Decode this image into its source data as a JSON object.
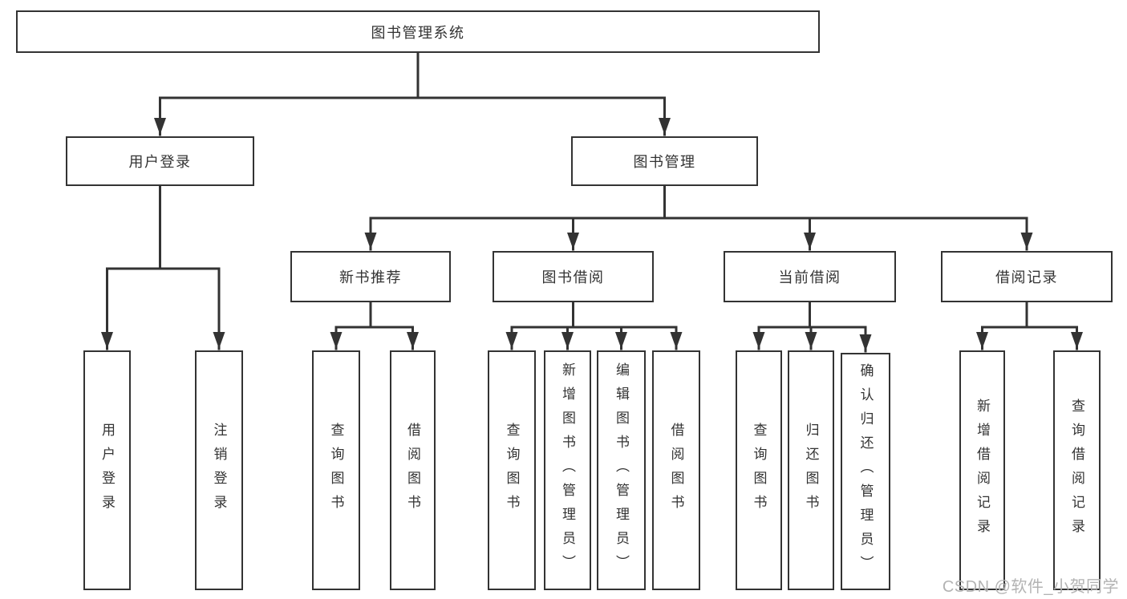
{
  "colors": {
    "line": "#333333",
    "text": "#333333",
    "box_border": "#333333",
    "box_fill": "#ffffff",
    "background": "#ffffff",
    "watermark": "#b3b3b3"
  },
  "watermark": {
    "text": "CSDN @软件_小贺同学"
  },
  "tree": {
    "label": "图书管理系统",
    "children": [
      {
        "label": "用户登录",
        "children": [
          {
            "label": "用户登录"
          },
          {
            "label": "注销登录"
          }
        ]
      },
      {
        "label": "图书管理",
        "children": [
          {
            "label": "新书推荐",
            "children": [
              {
                "label": "查询图书"
              },
              {
                "label": "借阅图书"
              }
            ]
          },
          {
            "label": "图书借阅",
            "children": [
              {
                "label": "查询图书"
              },
              {
                "label": "新增图书（管理员）"
              },
              {
                "label": "编辑图书（管理员）"
              },
              {
                "label": "借阅图书"
              }
            ]
          },
          {
            "label": "当前借阅",
            "children": [
              {
                "label": "查询图书"
              },
              {
                "label": "归还图书"
              },
              {
                "label": "确认归还（管理员）"
              }
            ]
          },
          {
            "label": "借阅记录",
            "children": [
              {
                "label": "新增借阅记录"
              },
              {
                "label": "查询借阅记录"
              }
            ]
          }
        ]
      }
    ]
  }
}
